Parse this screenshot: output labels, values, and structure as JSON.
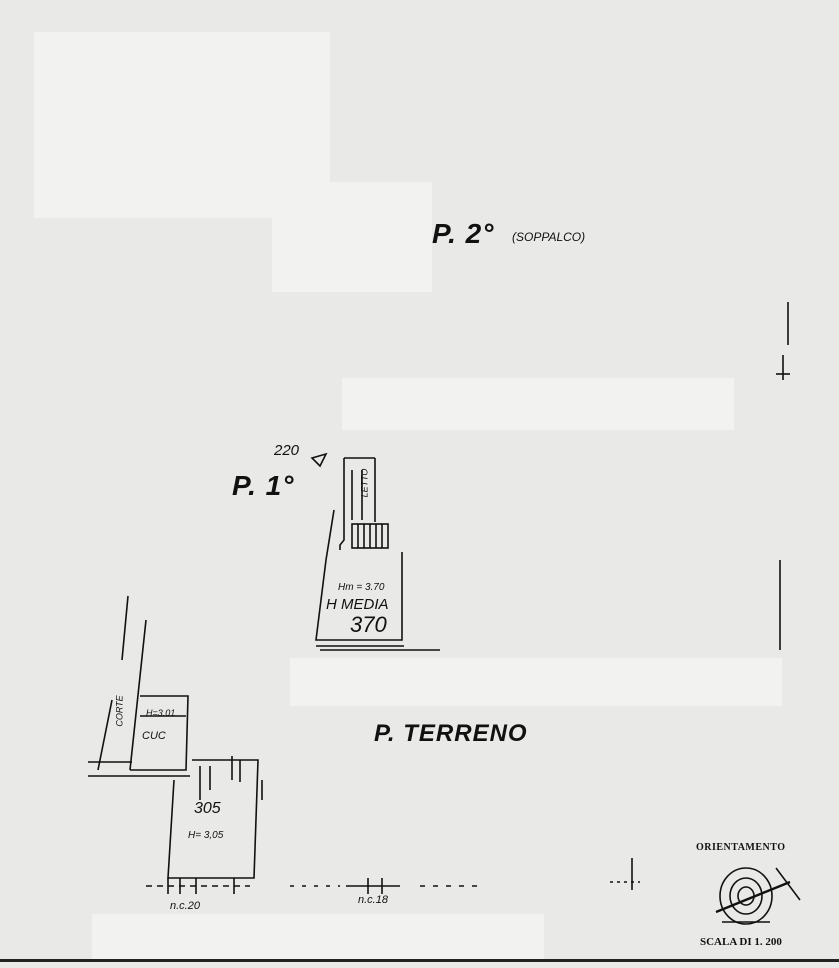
{
  "labels": {
    "floor2": "P. 2°",
    "floor2_note": "(SOPPALCO)",
    "floor1": "P. 1°",
    "ground": "P. TERRENO",
    "height_220": "220",
    "hm_370": "Hm = 3.70",
    "media": "H MEDIA",
    "val_370": "370",
    "corte": "CORTE",
    "h_301": "H=3.01",
    "cuc": "CUC",
    "h_305_big": "305",
    "h_305": "H= 3,05",
    "nc20": "n.c.20",
    "nc18": "n.c.18",
    "orientation": "ORIENTAMENTO",
    "scale": "SCALA DI 1. 200",
    "letto": "LETTO"
  }
}
